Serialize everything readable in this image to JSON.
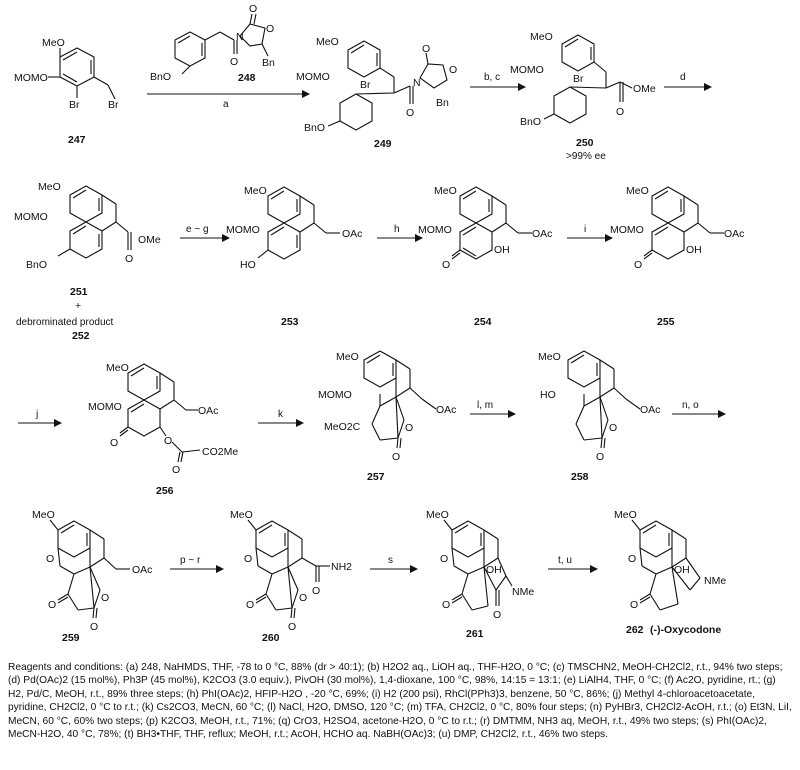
{
  "compounds": {
    "c247": "247",
    "c248": "248",
    "c249": "249",
    "c250": "250",
    "c250_ee": ">99% ee",
    "c251": "251",
    "plus": "+",
    "debrom": "debrominated product",
    "c252": "252",
    "c253": "253",
    "c254": "254",
    "c255": "255",
    "c256": "256",
    "c257": "257",
    "c258": "258",
    "c259": "259",
    "c260": "260",
    "c261": "261",
    "c262_num": "262",
    "c262_name": "(-)-Oxycodone"
  },
  "steps": {
    "a": "a",
    "bc": "b, c",
    "d": "d",
    "eg": "e ~ g",
    "h": "h",
    "i": "i",
    "j": "j",
    "k": "k",
    "lm": "l, m",
    "no": "n, o",
    "pr": "p ~ r",
    "s": "s",
    "tu": "t, u"
  },
  "groups": {
    "meo": "MeO",
    "momo": "MOMO",
    "bno": "BnO",
    "br": "Br",
    "bn": "Bn",
    "ome": "OMe",
    "oac": "OAc",
    "ho": "HO",
    "oh": "OH",
    "o": "O",
    "n": "N",
    "nh2": "NH2",
    "nme": "NMe",
    "co2me": "CO2Me",
    "meo2c": "MeO2C"
  },
  "conditions": "Reagents and conditions: (a) 248, NaHMDS, THF, -78 to 0 °C, 88% (dr > 40:1); (b) H2O2 aq., LiOH aq., THF-H2O, 0 °C; (c) TMSCHN2, MeOH-CH2Cl2, r.t., 94% two steps; (d) Pd(OAc)2 (15 mol%), Ph3P (45 mol%), K2CO3 (3.0 equiv.), PivOH (30 mol%), 1,4-dioxane, 100 °C, 98%, 14:15 = 13:1; (e) LiAlH4, THF, 0 °C; (f) Ac2O, pyridine, rt.; (g) H2, Pd/C, MeOH, r.t., 89% three steps; (h) PhI(OAc)2, HFIP-H2O , -20 °C, 69%; (i) H2 (200 psi), RhCl(PPh3)3, benzene, 50 °C, 86%; (j) Methyl 4-chloroacetoacetate, pyridine, CH2Cl2, 0 °C to r.t.; (k) Cs2CO3, MeCN, 60 °C; (l) NaCl, H2O, DMSO, 120 °C; (m) TFA, CH2Cl2, 0 °C, 80% four steps; (n) PyHBr3, CH2Cl2-AcOH, r.t.; (o) Et3N, LiI, MeCN, 60 °C, 60% two steps; (p) K2CO3, MeOH, r.t., 71%; (q) CrO3, H2SO4, acetone-H2O, 0 °C to r.t.; (r) DMTMM, NH3 aq, MeOH, r.t., 49% two steps; (s) PhI(OAc)2, MeCN-H2O, 40 °C, 78%; (t) BH3•THF, THF, reflux; MeOH, r.t.; AcOH, HCHO aq. NaBH(OAc)3; (u) DMP, CH2Cl2, r.t., 46% two steps."
}
